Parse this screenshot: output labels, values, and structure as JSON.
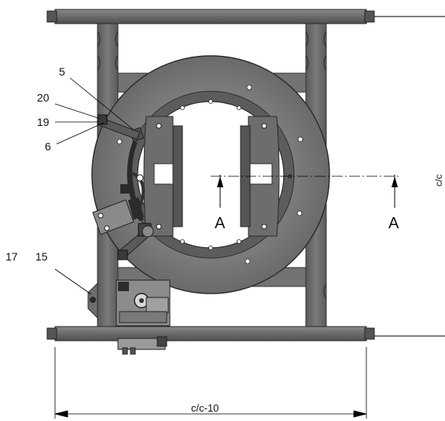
{
  "callouts": {
    "c5": "5",
    "c20": "20",
    "c19": "19",
    "c6": "6",
    "c17": "17",
    "c15": "15"
  },
  "section": {
    "left": "A",
    "right": "A"
  },
  "dimensions": {
    "bottom": "c/c-10",
    "side": "c/c"
  },
  "colors": {
    "frame": "#6f6f6f",
    "ring": "#777777",
    "ring_inner": "#5f5f5f",
    "dark": "#3c3c3c",
    "line": "#000000"
  }
}
